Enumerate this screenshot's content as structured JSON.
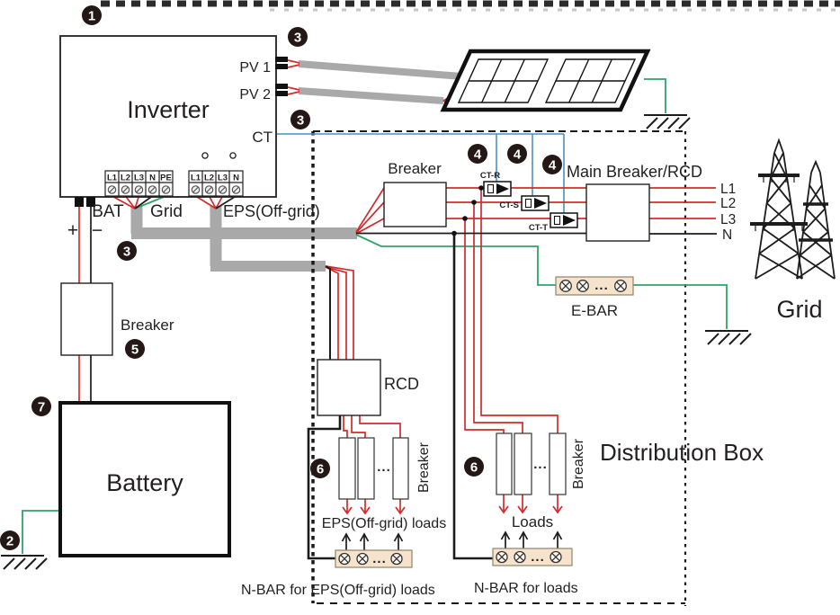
{
  "colors": {
    "wire_red": "#d42b2b",
    "wire_black": "#1c1c1c",
    "wire_green": "#2fa36b",
    "wire_blue": "#4a8fbf",
    "wire_gray": "#a9a9a9",
    "bar_fill": "#f5e3cb",
    "badge": "#231815"
  },
  "badges": {
    "b1": "1",
    "b2": "2",
    "b3": "3",
    "b4": "4",
    "b5": "5",
    "b6": "6",
    "b7": "7"
  },
  "inverter": {
    "title": "Inverter",
    "pv1_label": "PV 1",
    "pv2_label": "PV 2",
    "ct_label": "CT"
  },
  "terminals": {
    "grid": [
      "L1",
      "L2",
      "L3",
      "N",
      "PE"
    ],
    "eps": [
      "L1",
      "L2",
      "L3",
      "N"
    ],
    "bat_label": "BAT",
    "grid_label": "Grid",
    "eps_label": "EPS(Off-grid)",
    "plus": "+",
    "minus": "−"
  },
  "battery": {
    "title": "Battery",
    "breaker_label": "Breaker"
  },
  "dist": {
    "title": "Distribution Box",
    "breaker_label": "Breaker",
    "main_breaker_label": "Main Breaker/RCD",
    "rcd_label": "RCD",
    "ct_r": "CT-R",
    "ct_s": "CT-S",
    "ct_t": "CT-T",
    "eps_breaker_label": "Breaker",
    "loads_breaker_label": "Breaker",
    "dots": "...",
    "eps_loads_label": "EPS(Off-grid) loads",
    "loads_label": "Loads",
    "nbar_eps_label": "N-BAR for EPS(Off-grid) loads",
    "nbar_loads_label": "N-BAR for loads",
    "ebar_label": "E-BAR"
  },
  "grid": {
    "label": "Grid",
    "l1": "L1",
    "l2": "L2",
    "l3": "L3",
    "n": "N"
  }
}
